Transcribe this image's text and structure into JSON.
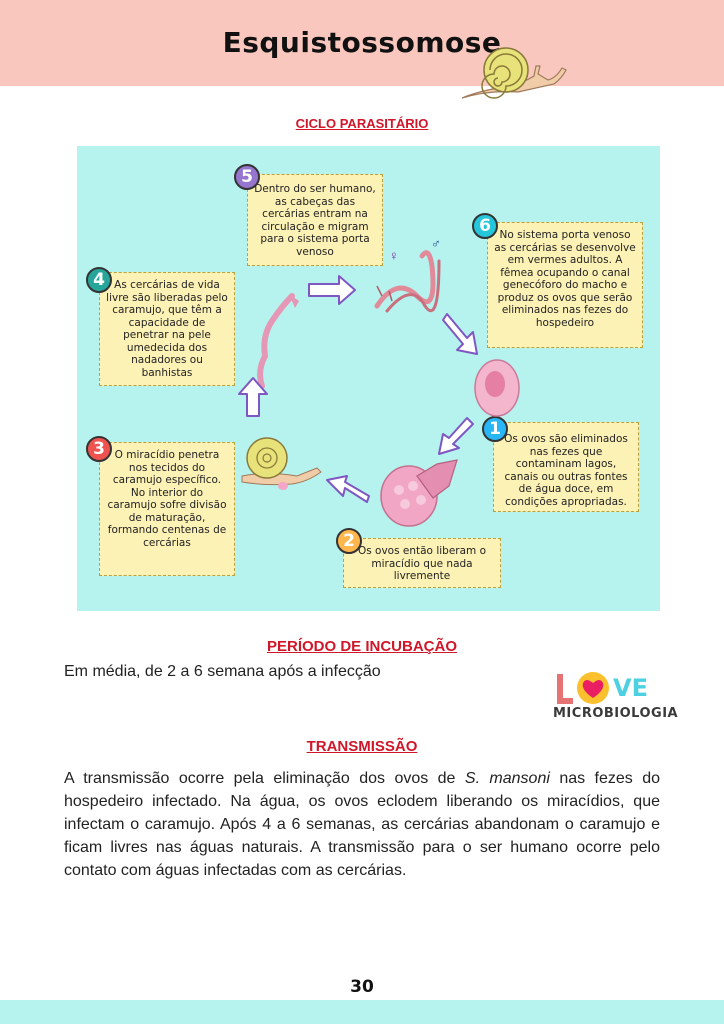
{
  "header": {
    "title": "Esquistossomose"
  },
  "cycle": {
    "heading": "CICLO PARASITÁRIO",
    "steps": [
      {
        "number": "1",
        "text": "Os ovos são eliminados nas fezes que contaminam lagos, canais ou outras fontes de água doce, em condições apropriadas.",
        "color": "#29b6f6"
      },
      {
        "number": "2",
        "text": "Os ovos então liberam o miracídio que nada livremente",
        "color": "#ffb74d"
      },
      {
        "number": "3",
        "text": "O miracídio penetra nos tecidos do caramujo específico. No interior do caramujo sofre divisão de maturação, formando centenas de cercárias",
        "color": "#ef5350"
      },
      {
        "number": "4",
        "text": "As cercárias de vida livre são liberadas pelo caramujo, que têm a capacidade de penetrar na pele umedecida dos nadadores ou banhistas",
        "color": "#26a69a"
      },
      {
        "number": "5",
        "text": "Dentro do ser humano, as cabeças das cercárias entram na circulação e migram para o sistema porta venoso",
        "color": "#9575cd"
      },
      {
        "number": "6",
        "text": "No sistema porta venoso as cercárias se desenvolve em vermes adultos. A fêmea ocupando o canal genecóforo do macho e produz os ovos que serão eliminados nas fezes do hospedeiro",
        "color": "#26c6da"
      }
    ],
    "symbols": {
      "female": "♀",
      "male": "♂"
    }
  },
  "incubation": {
    "heading": "PERÍODO DE INCUBAÇÃO",
    "text": "Em média, de 2 a 6 semana após a infecção"
  },
  "logo": {
    "word": "MICROBIOLOGIA",
    "letters": "VE"
  },
  "transmission": {
    "heading": "TRANSMISSÃO",
    "part1": "A transmissão ocorre pela eliminação dos ovos de ",
    "species": "S. mansoni",
    "part2": " nas fezes do hospedeiro infectado. Na água, os ovos eclodem liberando os miracídios, que infectam o caramujo. Após 4 a 6 semanas, as cercárias abandonam o caramujo e ficam livres nas águas naturais. A transmissão para o ser humano ocorre pelo contato com águas infectadas com as cercárias."
  },
  "footer": {
    "page_number": "30"
  }
}
